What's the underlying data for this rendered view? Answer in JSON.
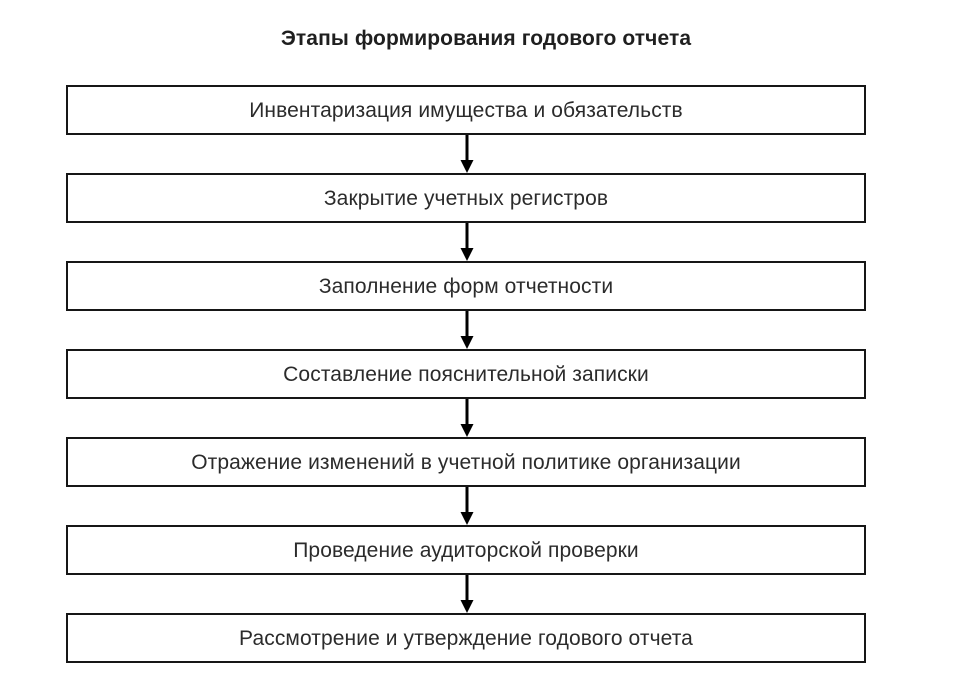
{
  "diagram": {
    "type": "flowchart",
    "orientation": "vertical",
    "title": "Этапы формирования годового отчета",
    "background_color": "#ffffff",
    "node_border_color": "#161616",
    "node_fill_color": "#ffffff",
    "text_color": "#2b2b2b",
    "connector_color": "#000000",
    "connector_style": "arrow-down",
    "nodes": [
      {
        "id": "step-1",
        "label": "Инвентаризация имущества и обязательств"
      },
      {
        "id": "step-2",
        "label": "Закрытие учетных регистров"
      },
      {
        "id": "step-3",
        "label": "Заполнение форм отчетности"
      },
      {
        "id": "step-4",
        "label": "Составление пояснительной записки"
      },
      {
        "id": "step-5",
        "label": "Отражение изменений в учетной политике организации"
      },
      {
        "id": "step-6",
        "label": "Проведение аудиторской проверки"
      },
      {
        "id": "step-7",
        "label": "Рассмотрение и утверждение годового отчета"
      }
    ],
    "connectors": [
      {
        "from": "step-1",
        "to": "step-2"
      },
      {
        "from": "step-2",
        "to": "step-3"
      },
      {
        "from": "step-3",
        "to": "step-4"
      },
      {
        "from": "step-4",
        "to": "step-5"
      },
      {
        "from": "step-5",
        "to": "step-6"
      },
      {
        "from": "step-6",
        "to": "step-7"
      }
    ]
  }
}
